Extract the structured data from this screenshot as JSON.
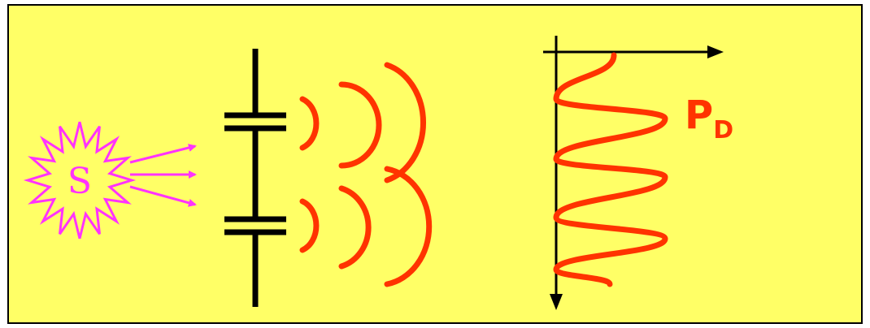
{
  "source": {
    "label": "S"
  },
  "detector": {
    "label_main": "P",
    "label_sub": "D"
  },
  "colors": {
    "background": "#FFFF66",
    "frame": "#000000",
    "source": "#FF33FF",
    "waves": "#FF3300",
    "barrier": "#000000",
    "axes": "#000000"
  }
}
